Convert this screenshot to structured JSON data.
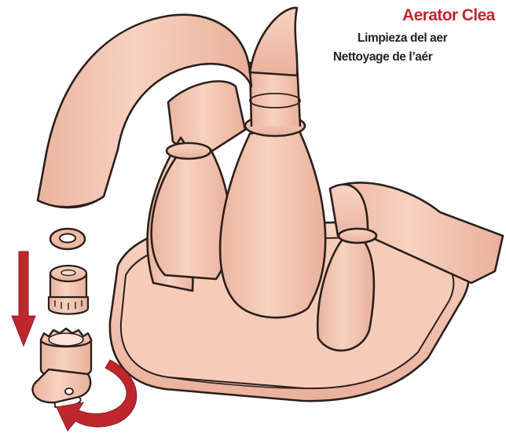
{
  "title": "Aerator Clea",
  "subtitles": {
    "es": "Limpieza del aer",
    "fr": "Nettoyage de l’aér"
  },
  "colors": {
    "finish": "#f4c7b2",
    "outline": "#2b1f1c",
    "arrow": "#c0272d",
    "title": "#c0272d",
    "text": "#231f20"
  },
  "parts": {
    "faucet": "faucet-illustration",
    "washer": "washer-ring",
    "aerator": "aerator-cartridge",
    "key": "aerator-key-tool",
    "down_arrow": "down-arrow",
    "rotate_arrow": "curved-rotate-arrow"
  }
}
